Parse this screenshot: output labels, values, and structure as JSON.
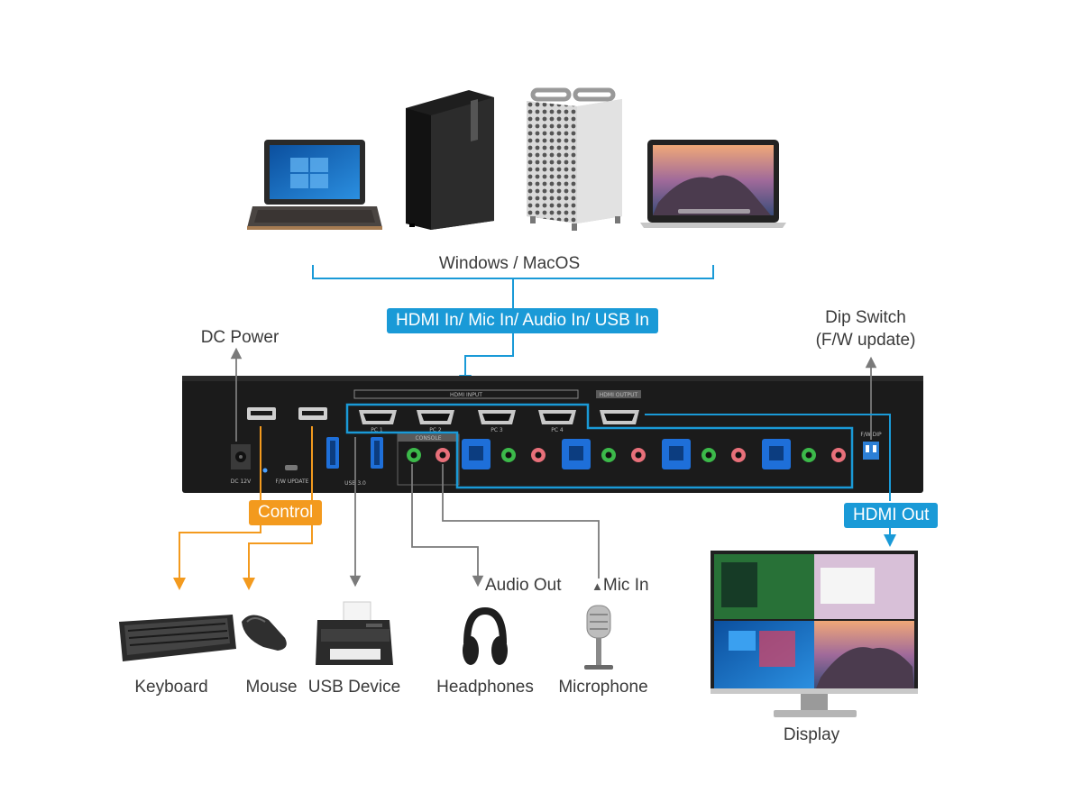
{
  "colors": {
    "accent_blue": "#1a9ad7",
    "accent_orange": "#f39a1e",
    "connector_gray": "#7a7a7a",
    "chassis": "#1b1b1b"
  },
  "sources": {
    "group_label": "Windows / MacOS",
    "devices": [
      {
        "name": "laptop-windows-icon"
      },
      {
        "name": "tower-pc-icon"
      },
      {
        "name": "mac-pro-icon"
      },
      {
        "name": "macbook-icon"
      }
    ]
  },
  "tags": {
    "inputs": "HDMI In/ Mic In/ Audio In/ USB In",
    "control": "Control",
    "hdmi_out": "HDMI Out"
  },
  "labels": {
    "dc_power": "DC Power",
    "dip_switch_line1": "Dip Switch",
    "dip_switch_line2": "(F/W update)",
    "audio_out": "Audio Out",
    "mic_in": "Mic In"
  },
  "panel": {
    "hdmi_input": "HDMI INPUT",
    "hdmi_output": "HDMI OUTPUT",
    "console": "CONSOLE",
    "usb_30": "USB 3.0",
    "dc_12v": "DC 12V",
    "fw_update": "F/W UPDATE",
    "fw_dip": "F/W DIP",
    "ports": [
      "PC 1",
      "PC 2",
      "PC 3",
      "PC 4"
    ]
  },
  "peripherals": [
    {
      "label": "Keyboard",
      "icon": "keyboard-icon"
    },
    {
      "label": "Mouse",
      "icon": "mouse-icon"
    },
    {
      "label": "USB Device",
      "icon": "printer-icon"
    },
    {
      "label": "Headphones",
      "icon": "headphones-icon"
    },
    {
      "label": "Microphone",
      "icon": "microphone-icon"
    },
    {
      "label": "Display",
      "icon": "monitor-icon"
    }
  ]
}
